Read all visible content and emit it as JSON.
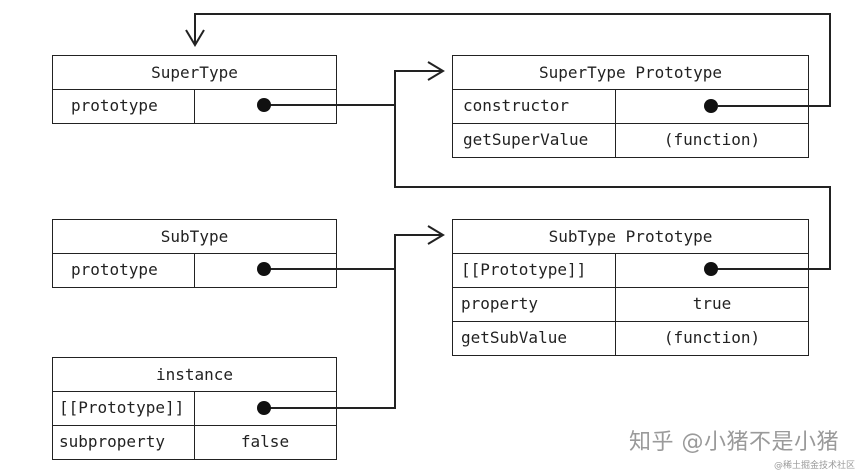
{
  "supertype": {
    "title": "SuperType",
    "rows": [
      {
        "label": "prototype",
        "value": ""
      }
    ]
  },
  "supertype_prototype": {
    "title": "SuperType Prototype",
    "rows": [
      {
        "label": "constructor",
        "value": ""
      },
      {
        "label": "getSuperValue",
        "value": "(function)"
      }
    ]
  },
  "subtype": {
    "title": "SubType",
    "rows": [
      {
        "label": "prototype",
        "value": ""
      }
    ]
  },
  "subtype_prototype": {
    "title": "SubType Prototype",
    "rows": [
      {
        "label": "[[Prototype]]",
        "value": ""
      },
      {
        "label": "property",
        "value": "true"
      },
      {
        "label": "getSubValue",
        "value": "(function)"
      }
    ]
  },
  "instance": {
    "title": "instance",
    "rows": [
      {
        "label": "[[Prototype]]",
        "value": ""
      },
      {
        "label": "subproperty",
        "value": "false"
      }
    ]
  },
  "watermark": {
    "text": "知乎 @小猪不是小猪",
    "sub": "@稀土掘金技术社区"
  },
  "colors": {
    "line": "#222222",
    "watermark": "#9a9a9a"
  }
}
